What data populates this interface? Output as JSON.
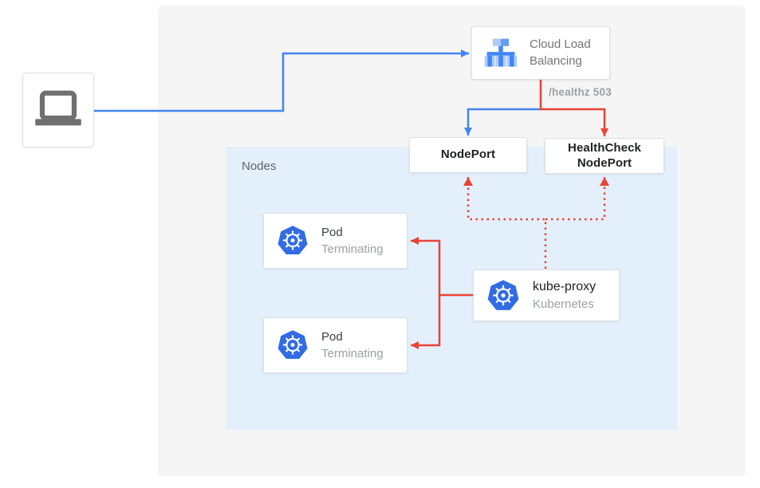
{
  "colors": {
    "traffic_blue": "#4285F4",
    "failure_red": "#EA4335",
    "nodes_panel_bg": "#E3F0FC",
    "outer_panel_bg": "#F5F5F5",
    "kubernetes_blue": "#326CE5",
    "laptop_gray": "#707070"
  },
  "diagram": {
    "client": {
      "icon": "laptop-icon"
    },
    "cloud_load_balancing": {
      "line1": "Cloud Load",
      "line2": "Balancing"
    },
    "healthz_label": "/healthz 503",
    "nodeport": {
      "label": "NodePort"
    },
    "healthcheck_nodeport": {
      "line1": "HealthCheck",
      "line2": "NodePort"
    },
    "nodes_group": {
      "label": "Nodes"
    },
    "pods": [
      {
        "title": "Pod",
        "status": "Terminating"
      },
      {
        "title": "Pod",
        "status": "Terminating"
      }
    ],
    "kube_proxy": {
      "title": "kube-proxy",
      "subtitle": "Kubernetes"
    },
    "edges": [
      {
        "from": "client",
        "to": "cloud-load-balancing",
        "color": "blue",
        "style": "solid"
      },
      {
        "from": "cloud-load-balancing",
        "to": "nodeport",
        "color": "blue",
        "style": "solid"
      },
      {
        "from": "cloud-load-balancing",
        "to": "healthcheck-nodeport",
        "color": "red",
        "style": "solid",
        "label": "/healthz 503"
      },
      {
        "from": "kube-proxy",
        "to": "nodeport",
        "color": "red",
        "style": "dotted"
      },
      {
        "from": "kube-proxy",
        "to": "healthcheck-nodeport",
        "color": "red",
        "style": "dotted"
      },
      {
        "from": "kube-proxy",
        "to": "pod-terminating-1",
        "color": "red",
        "style": "solid"
      },
      {
        "from": "kube-proxy",
        "to": "pod-terminating-2",
        "color": "red",
        "style": "solid"
      }
    ]
  }
}
